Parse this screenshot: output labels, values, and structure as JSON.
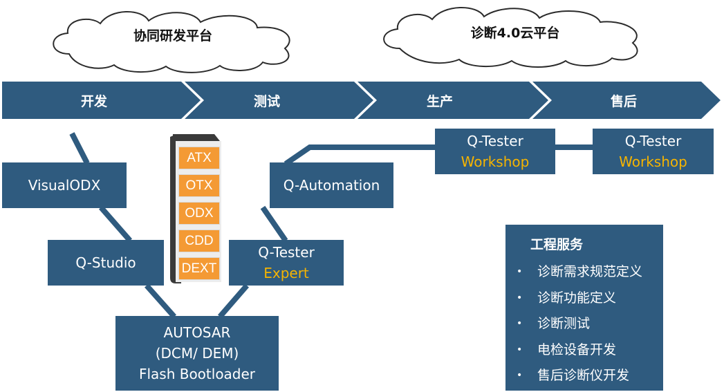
{
  "clouds": {
    "left": "协同研发平台",
    "right": "诊断4.0云平台"
  },
  "stages": [
    "开发",
    "测试",
    "生产",
    "售后"
  ],
  "boxes": {
    "visualodx": "VisualODX",
    "qstudio": "Q-Studio",
    "qautomation": "Q-Automation",
    "qtester_expert": {
      "line1": "Q-Tester",
      "line2": "Expert"
    },
    "autosar": {
      "line1": "AUTOSAR",
      "line2": "(DCM/ DEM)",
      "line3": "Flash Bootloader"
    },
    "workshop_production": {
      "line1": "Q-Tester",
      "line2": "Workshop"
    },
    "workshop_aftersales": {
      "line1": "Q-Tester",
      "line2": "Workshop"
    }
  },
  "files": [
    "ATX",
    "OTX",
    "ODX",
    "CDD",
    "DEXT"
  ],
  "services": {
    "title": "工程服务",
    "items": [
      "诊断需求规范定义",
      "诊断功能定义",
      "诊断测试",
      "电检设备开发",
      "售后诊断仪开发"
    ]
  },
  "colors": {
    "box": "#2f5b7f",
    "accent": "#f6b400",
    "file": "#f49a34",
    "folder": "#3a3a3a"
  }
}
